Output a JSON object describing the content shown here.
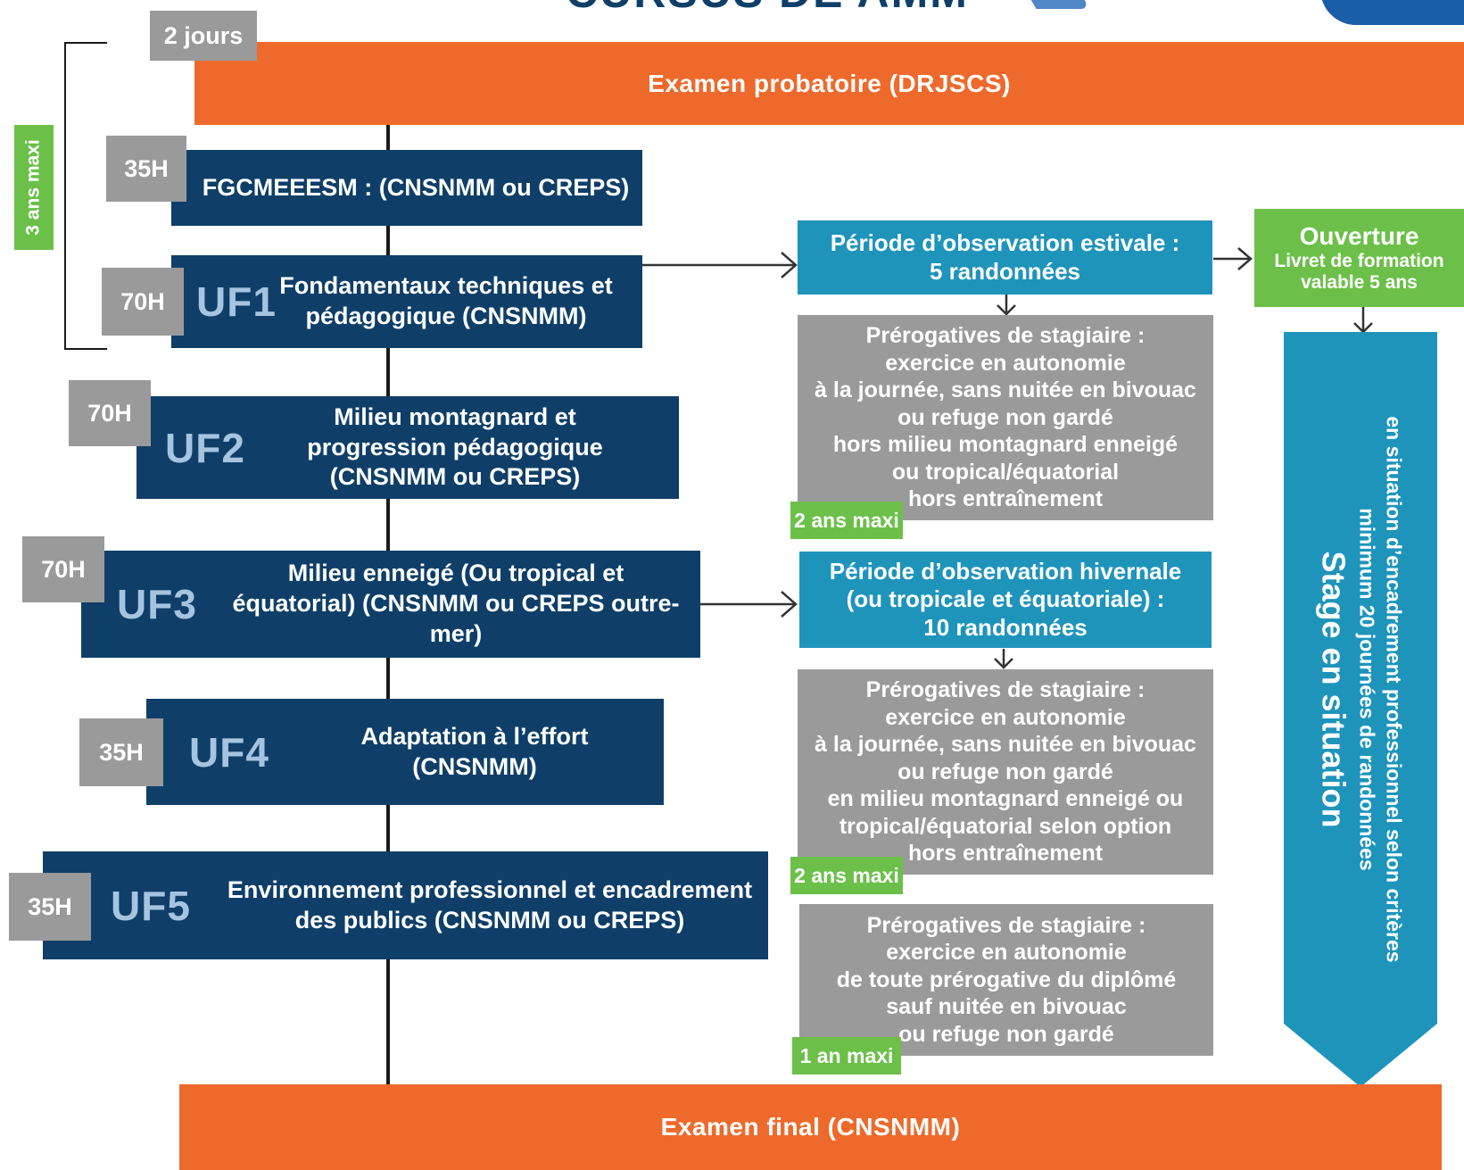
{
  "title": "CURSUS DE AMM",
  "header_badge": "2 jours",
  "exam_probatoire": "Examen probatoire (DRJSCS)",
  "limit_badge": "3 ans maxi",
  "modules": [
    {
      "hours": "35H",
      "uf": "",
      "text": "FGCMEEESM : (CNSNMM ou CREPS)"
    },
    {
      "hours": "70H",
      "uf": "UF1",
      "text": "Fondamentaux techniques et pédagogique (CNSNMM)"
    },
    {
      "hours": "70H",
      "uf": "UF2",
      "text": "Milieu montagnard et progression pédagogique (CNSNMM ou CREPS)"
    },
    {
      "hours": "70H",
      "uf": "UF3",
      "text": "Milieu enneigé (Ou tropical et équatorial) (CNSNMM ou CREPS outre-mer)"
    },
    {
      "hours": "35H",
      "uf": "UF4",
      "text": "Adaptation à l’effort (CNSNMM)"
    },
    {
      "hours": "35H",
      "uf": "UF5",
      "text": "Environnement professionnel et encadrement des publics (CNSNMM ou CREPS)"
    }
  ],
  "observation_estivale": "Période d’observation estivale :\n5 randonnées",
  "observation_hivernale": "Période d’observation hivernale\n(ou tropicale et équatoriale) :\n10 randonnées",
  "prerogatives": [
    {
      "text": "Prérogatives de stagiaire :\nexercice en autonomie\nà la journée, sans nuitée en bivouac\nou refuge non gardé\nhors milieu montagnard enneigé\nou tropical/équatorial\nhors entraînement",
      "badge": "2 ans maxi"
    },
    {
      "text": "Prérogatives de stagiaire :\nexercice en autonomie\nà la journée, sans nuitée en bivouac\nou refuge non gardé\nen milieu montagnard enneigé ou\ntropical/équatorial selon option\nhors entraînement",
      "badge": "2 ans maxi"
    },
    {
      "text": "Prérogatives de stagiaire :\nexercice en autonomie\nde toute prérogative du diplômé\nsauf nuitée en bivouac\nou refuge non gardé",
      "badge": "1 an maxi"
    }
  ],
  "ouverture": {
    "title": "Ouverture",
    "sub": "Livret de formation\nvalable 5 ans"
  },
  "stage": {
    "title": "Stage en situation",
    "line1": "minimum 20 journées de randonnées",
    "line2": "en situation d’encadrement professionnel selon critères"
  },
  "exam_final": "Examen final (CNSNMM)",
  "colors": {
    "navy": "#0f3f68",
    "orange": "#ee6a2c",
    "teal": "#1f94bb",
    "green": "#6cc04a",
    "grey": "#9a9a9a"
  }
}
